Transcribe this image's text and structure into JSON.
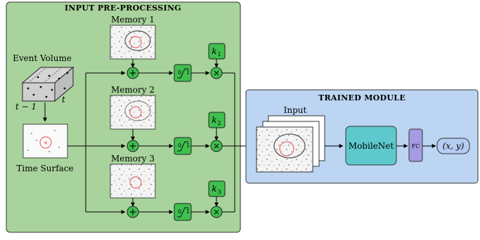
{
  "preprocessing": {
    "title": "INPUT PRE-PROCESSING",
    "event_volume_label": "Event Volume",
    "axis_t_start": "t − 1",
    "axis_t_end": "t",
    "time_surface_label": "Time Surface",
    "memories": [
      {
        "label": "Memory 1",
        "gain": "k",
        "gain_index": "1"
      },
      {
        "label": "Memory 2",
        "gain": "k",
        "gain_index": "2"
      },
      {
        "label": "Memory 3",
        "gain": "k",
        "gain_index": "3"
      }
    ],
    "clip_low": "0",
    "clip_high": "1",
    "sum_symbol": "+",
    "mul_symbol": "×"
  },
  "trained_module": {
    "title": "TRAINED MODULE",
    "input_label": "Input",
    "network_label": "MobileNet",
    "fc_label": "FC",
    "output_label": "(x, y)"
  },
  "colors": {
    "preprocessing_bg": "#a9d39c",
    "trained_bg": "#bcd5f2",
    "block_green": "#3fbf4e",
    "mobilenet": "#5ec9cc",
    "fc": "#a59be0",
    "output": "#b5cdf3"
  }
}
